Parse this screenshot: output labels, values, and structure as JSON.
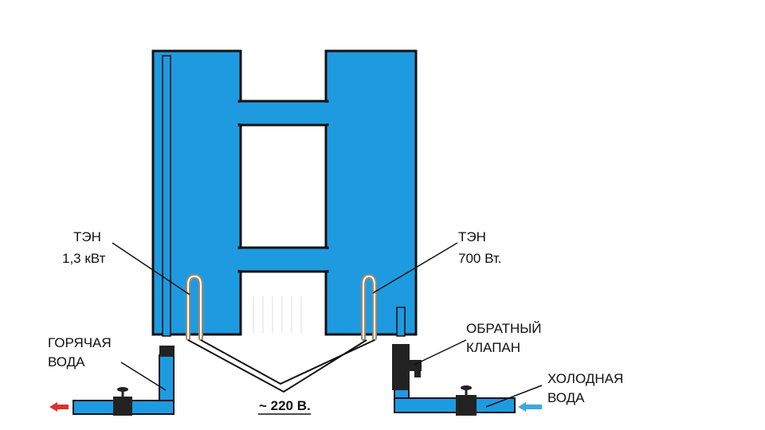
{
  "labels": {
    "heater_left_name": "ТЭН",
    "heater_left_power": "1,3 кВт",
    "heater_right_name": "ТЭН",
    "heater_right_power": "700 Вт.",
    "hot_water_line1": "ГОРЯЧАЯ",
    "hot_water_line2": "ВОДА",
    "check_valve_line1": "ОБРАТНЫЙ",
    "check_valve_line2": "КЛАПАН",
    "cold_water_line1": "ХОЛОДНАЯ",
    "cold_water_line2": "ВОДА",
    "voltage": "~ 220 В."
  },
  "colors": {
    "tank": "#1e9be0",
    "outline": "#111111",
    "heater": "#a08a6a",
    "hot_arrow": "#e0302a",
    "cold_arrow": "#3aa8e0",
    "fitting": "#222222"
  }
}
